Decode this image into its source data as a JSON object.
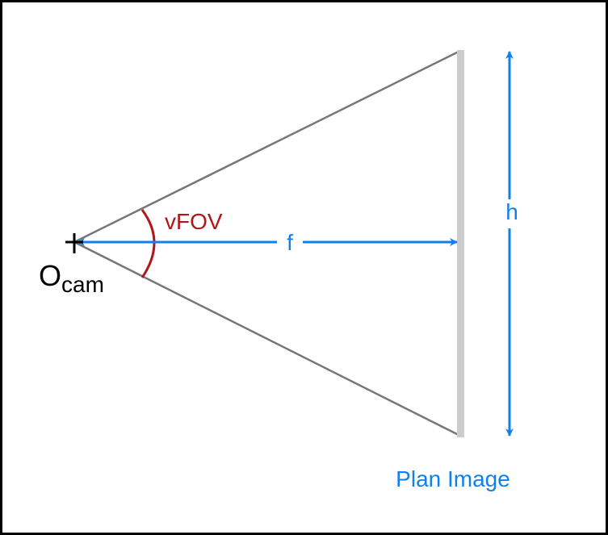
{
  "labels": {
    "angle": "vFOV",
    "focal": "f",
    "height": "h",
    "origin_main": "O",
    "origin_sub": "cam",
    "plane": "Plan Image"
  },
  "colors": {
    "frame": "#000000",
    "frustum": "#777777",
    "image_plane": "#cccccc",
    "arrow": "#1080ee",
    "angle": "#b01818",
    "origin": "#000000"
  }
}
